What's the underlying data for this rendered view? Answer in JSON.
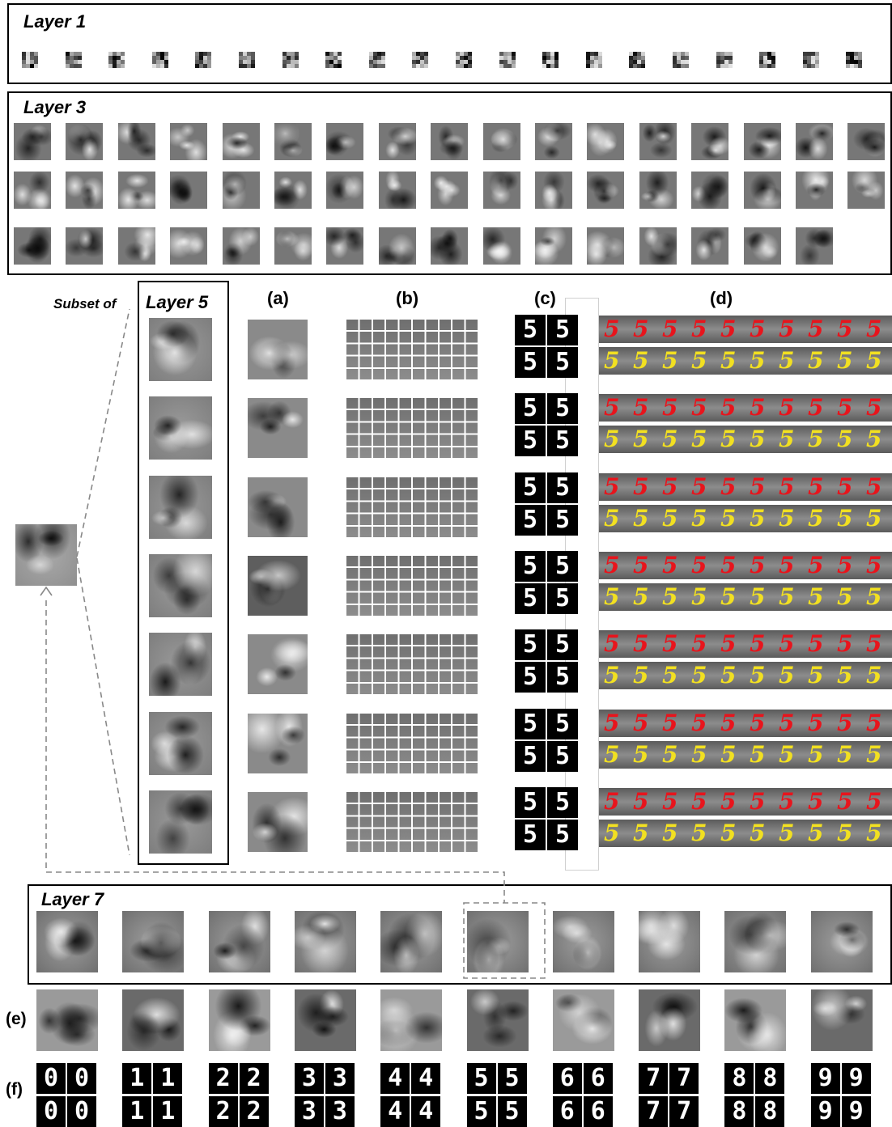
{
  "titles": {
    "layer1": "Layer 1",
    "layer3": "Layer 3",
    "layer5": "Layer 5",
    "layer7": "Layer 7",
    "subset_of": "Subset of"
  },
  "column_labels": {
    "a": "(a)",
    "b": "(b)",
    "c": "(c)",
    "d": "(d)"
  },
  "row_labels": {
    "e": "(e)",
    "f": "(f)"
  },
  "layer1_count": 20,
  "layer3_counts": [
    17,
    17,
    16
  ],
  "layer5_count": 7,
  "layer7_count": 10,
  "c_digits": "5",
  "f_digits": [
    "0",
    "1",
    "2",
    "3",
    "4",
    "5",
    "6",
    "7",
    "8",
    "9"
  ],
  "colors": {
    "red_trace": "#e8141c",
    "yellow_trace": "#f2e021"
  }
}
